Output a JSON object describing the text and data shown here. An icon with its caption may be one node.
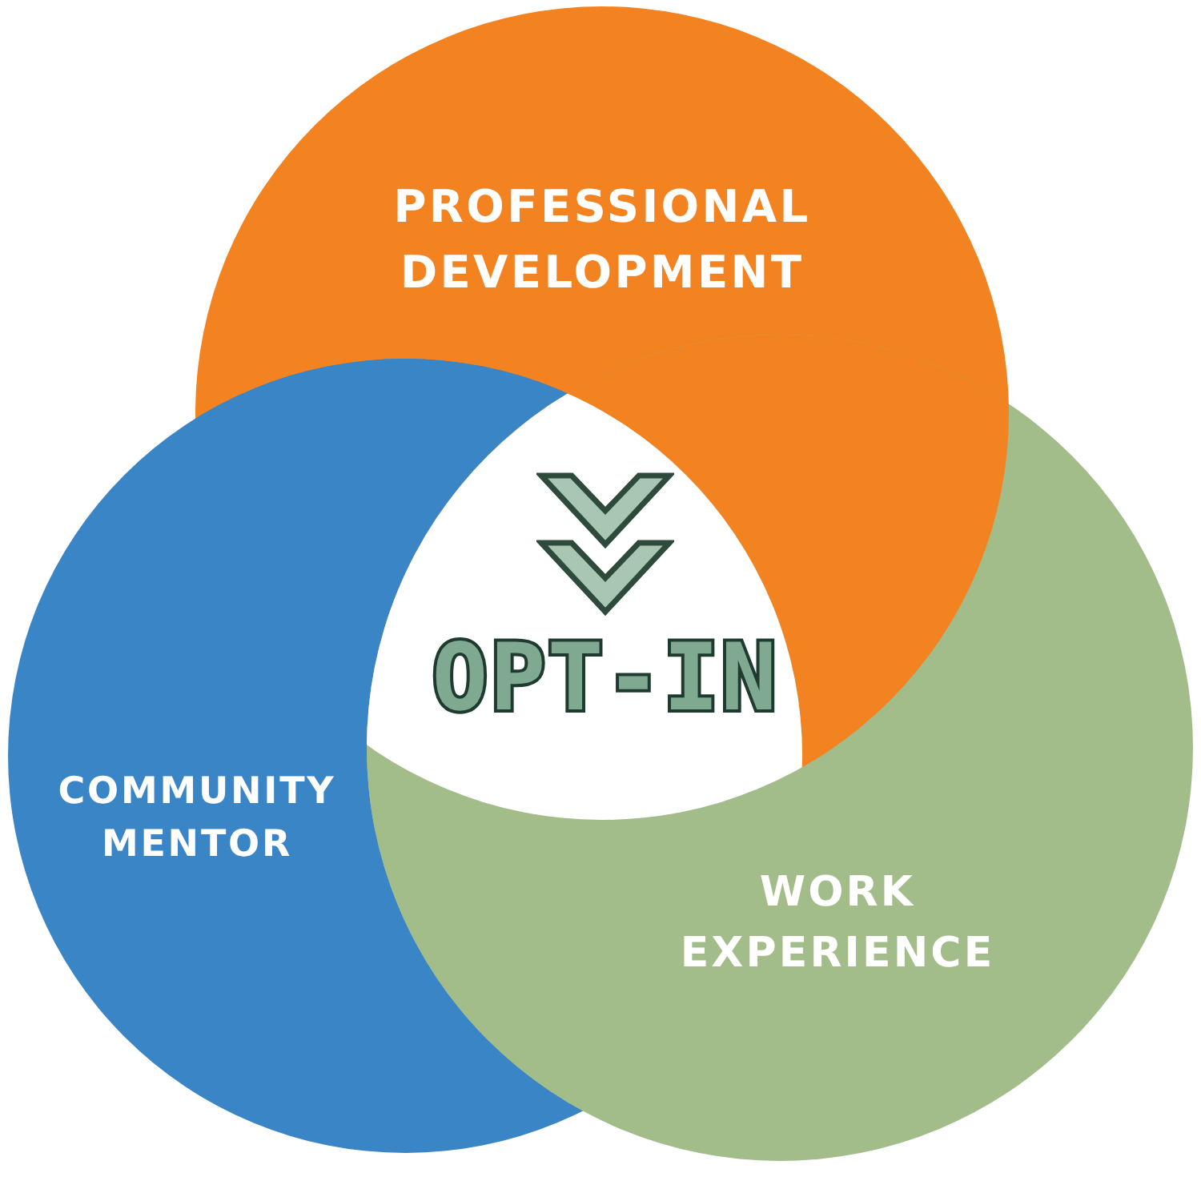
{
  "diagram": {
    "nodes": [
      {
        "text": [
          "PROFESSIONAL DEVELOPMENT"
        ]
      },
      {
        "text": [
          "COMMUNITY MENTOR"
        ]
      },
      {
        "text": [
          "WORK EXPERIENCE"
        ]
      },
      {
        "text": [
          "OPT-IN"
        ]
      }
    ],
    "edges": []
  }
}
